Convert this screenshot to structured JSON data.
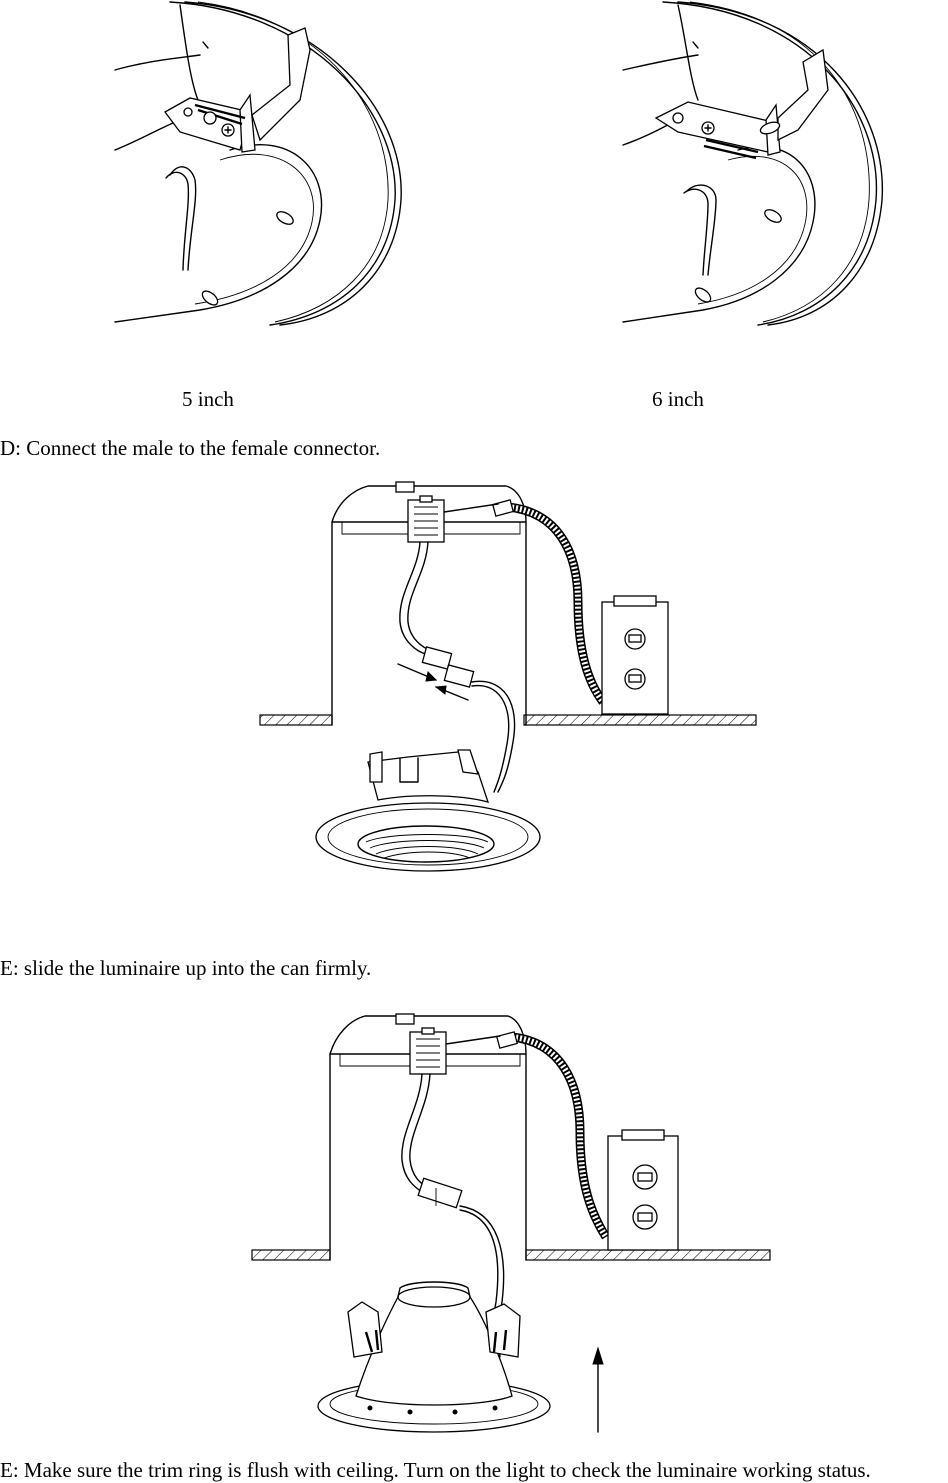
{
  "figure_top": {
    "left_caption": "5 inch",
    "right_caption": "6 inch"
  },
  "step_d": {
    "text": "D: Connect the male to the female connector."
  },
  "step_e_slide": {
    "text": "E: slide the luminaire up into the can firmly."
  },
  "step_e_flush": {
    "text": "E: Make sure the trim ring is flush with ceiling. Turn on the light to check the luminaire working status."
  }
}
